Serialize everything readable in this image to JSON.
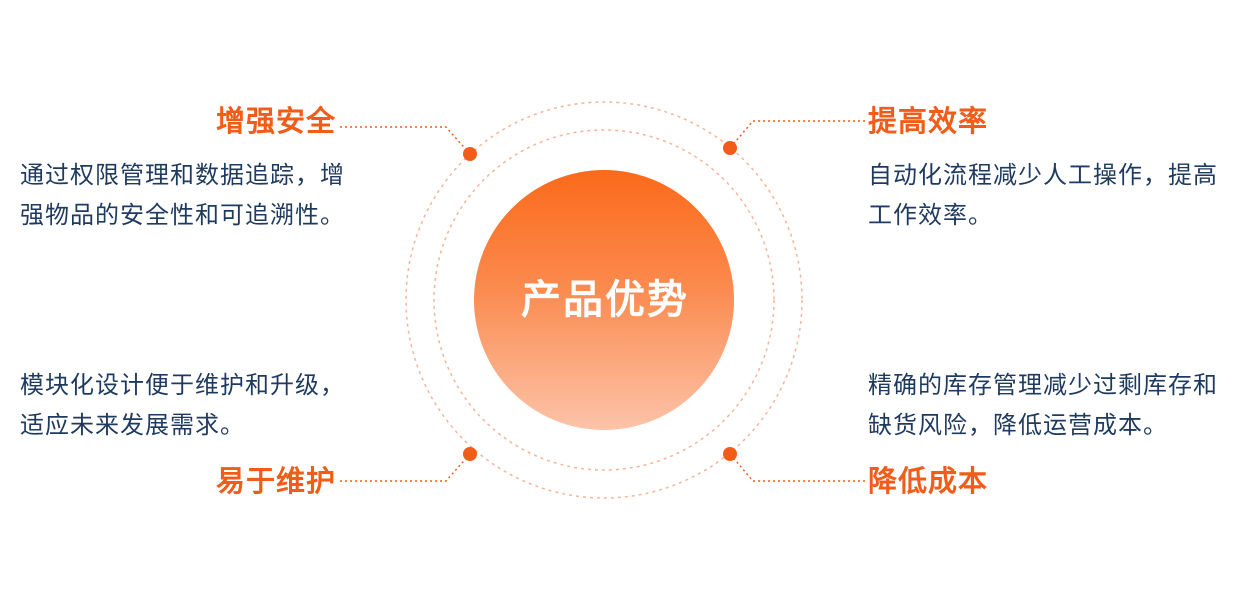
{
  "center": {
    "title": "产品优势"
  },
  "features": {
    "security": {
      "title": "增强安全",
      "desc": "通过权限管理和数据追踪，增强物品的安全性和可追溯性。"
    },
    "efficiency": {
      "title": "提高效率",
      "desc": "自动化流程减少人工操作，提高工作效率。"
    },
    "maintenance": {
      "title": "易于维护",
      "desc": "模块化设计便于维护和升级，适应未来发展需求。"
    },
    "cost": {
      "title": "降低成本",
      "desc": "精确的库存管理减少过剩库存和缺货风险，降低运营成本。"
    }
  },
  "colors": {
    "accent": "#f25c19",
    "text": "#1f3a5f",
    "ring": "#f7b49a",
    "gradient_top": "#fb6a1a",
    "gradient_bottom": "#fbc1a7"
  }
}
